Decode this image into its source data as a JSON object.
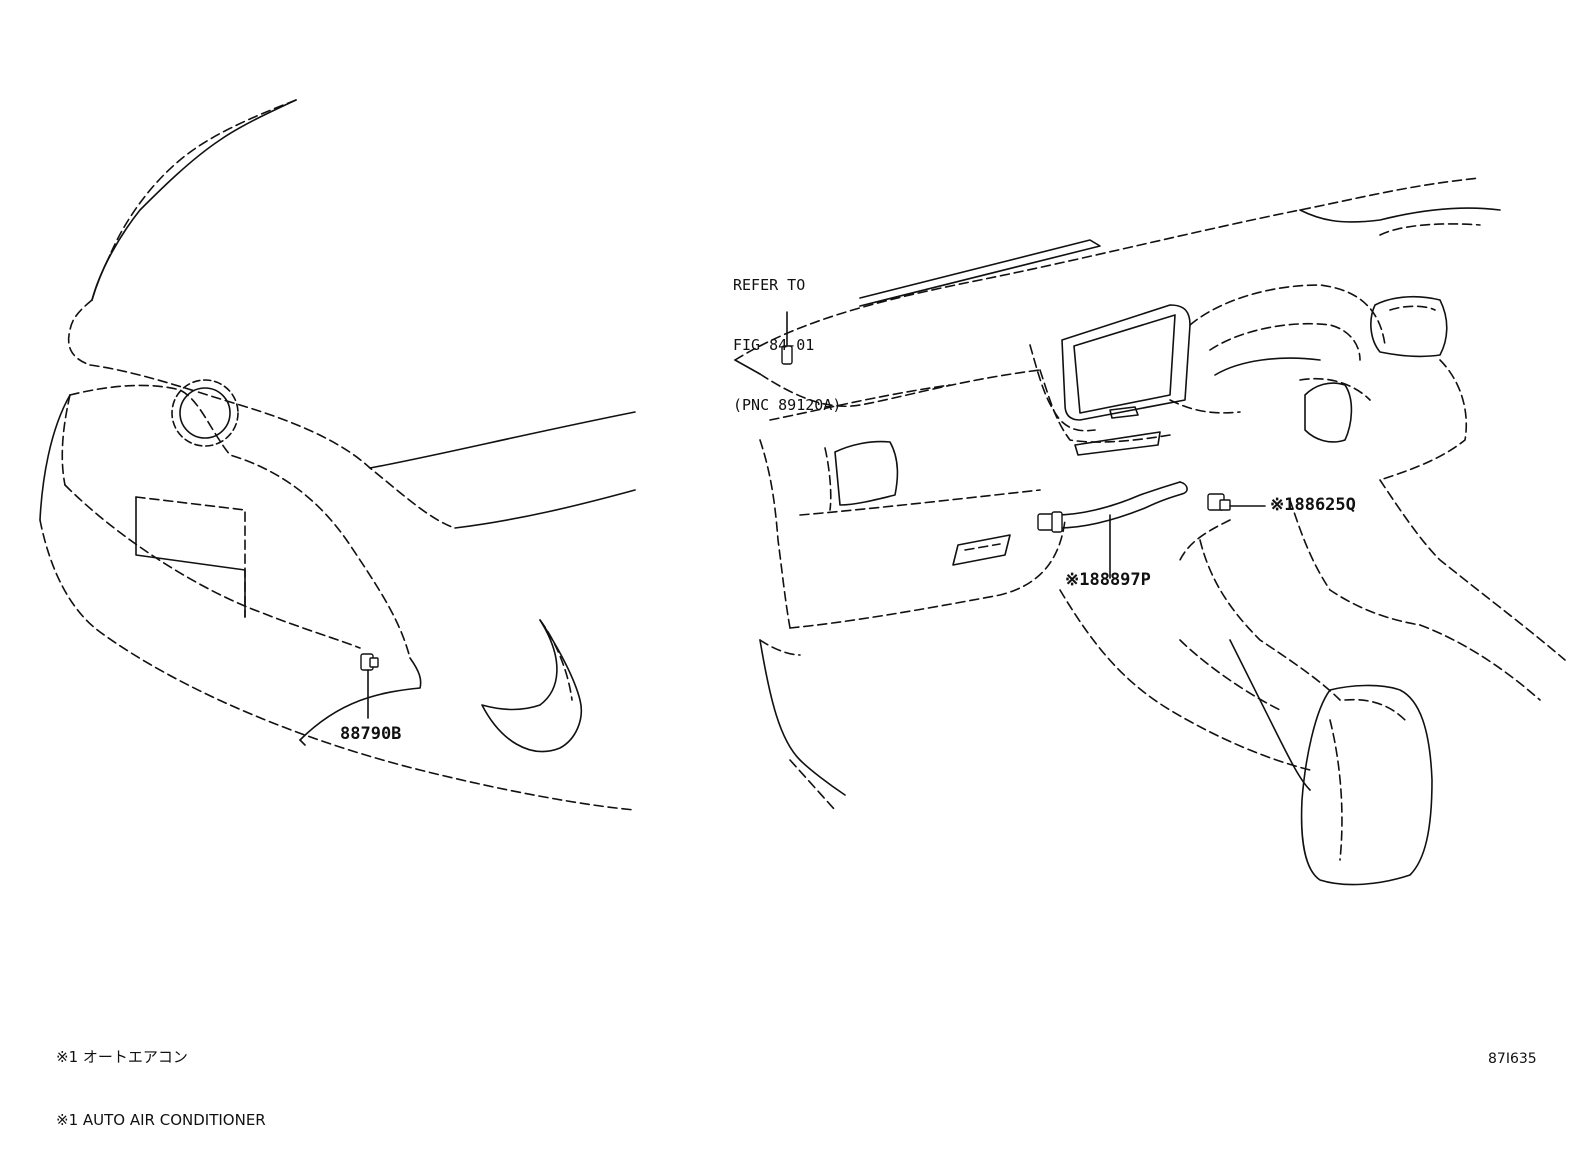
{
  "reference_note": {
    "lines": [
      "REFER TO",
      "FIG 84-01",
      "(PNC 89120A)"
    ]
  },
  "callouts": [
    {
      "id": "part-88790b",
      "text": "88790B"
    },
    {
      "id": "part-88625q",
      "text": "※188625Q"
    },
    {
      "id": "part-88897p",
      "text": "※188897P"
    }
  ],
  "legend": {
    "line_jp": "※1 オートエアコン",
    "line_en": "※1 AUTO AIR CONDITIONER"
  },
  "figure_id": "87I635",
  "colors": {
    "line": "#111111",
    "background": "#ffffff"
  }
}
